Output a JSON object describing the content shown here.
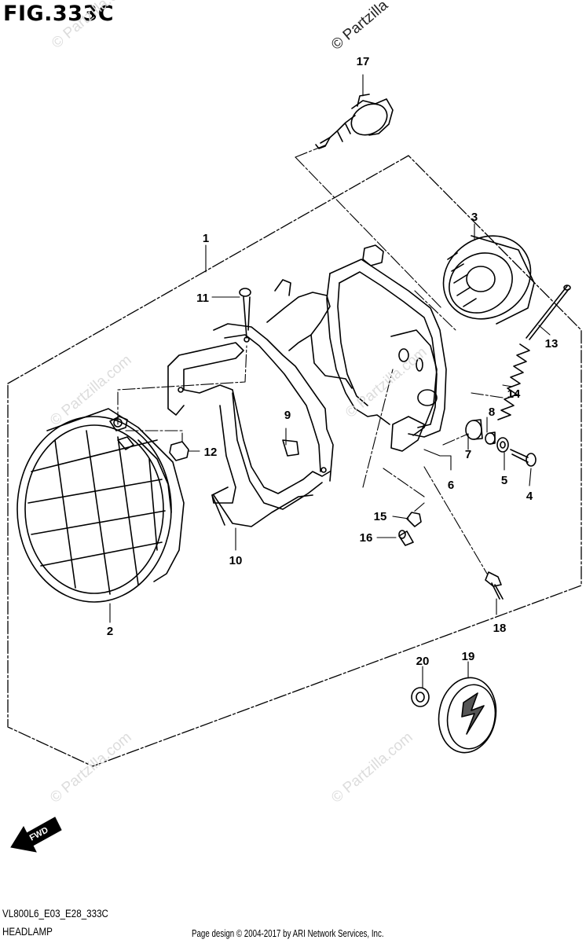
{
  "figure": {
    "title": "FIG.333C",
    "code": "VL800L6_E03_E28_333C",
    "name": "HEADLAMP",
    "copyright": "Page design © 2004-2017 by ARI Network Services, Inc."
  },
  "watermark": {
    "prominent": "© Partzilla",
    "faint": "© Partzilla.com"
  },
  "fwd_label": "FWD",
  "callouts": [
    {
      "id": "1",
      "part": "headlamp-assembly"
    },
    {
      "id": "2",
      "part": "headlamp-lens-unit"
    },
    {
      "id": "3",
      "part": "bulb-socket-cover"
    },
    {
      "id": "4",
      "part": "screw"
    },
    {
      "id": "5",
      "part": "washer"
    },
    {
      "id": "6",
      "part": "adjuster-set"
    },
    {
      "id": "7",
      "part": "cushion"
    },
    {
      "id": "8",
      "part": "collar"
    },
    {
      "id": "9",
      "part": "nut-clip"
    },
    {
      "id": "10",
      "part": "headlamp-bracket"
    },
    {
      "id": "11",
      "part": "screw"
    },
    {
      "id": "12",
      "part": "nut"
    },
    {
      "id": "13",
      "part": "adjusting-screw"
    },
    {
      "id": "14",
      "part": "spring"
    },
    {
      "id": "15",
      "part": "nut"
    },
    {
      "id": "16",
      "part": "cushion"
    },
    {
      "id": "17",
      "part": "bulb"
    },
    {
      "id": "18",
      "part": "bolt"
    },
    {
      "id": "19",
      "part": "reflector"
    },
    {
      "id": "20",
      "part": "nut"
    }
  ]
}
